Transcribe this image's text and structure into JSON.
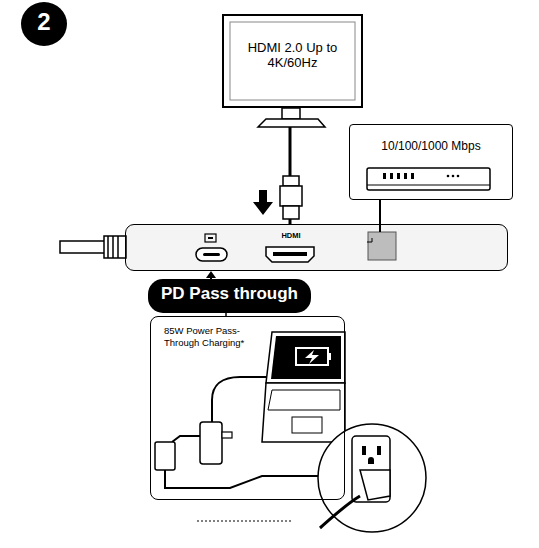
{
  "diagram": {
    "nodes": [
      {
        "text": [
          "2"
        ]
      },
      {
        "text": [
          "HDMI 2.0 Up to 4K/60Hz"
        ]
      },
      {
        "text": [
          "10/100/1000 Mbps"
        ]
      },
      {
        "text": [
          "HDMI"
        ]
      },
      {
        "text": [
          "PD Pass through"
        ]
      },
      {
        "text": [
          "85W Power Pass-Through Charging*"
        ]
      }
    ],
    "edges": [
      {
        "from": 1,
        "to": 3,
        "arrow": "none"
      },
      {
        "from": 2,
        "to": 3,
        "arrow": "none"
      },
      {
        "from": 4,
        "to": 3,
        "arrow": "to"
      },
      {
        "from": 5,
        "to": 4,
        "arrow": "none"
      }
    ]
  }
}
